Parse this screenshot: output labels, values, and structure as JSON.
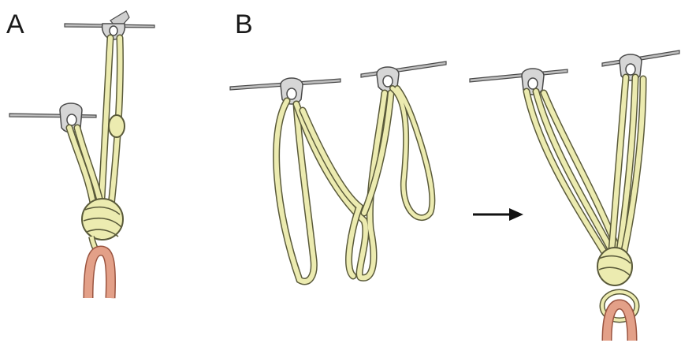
{
  "figure": {
    "panels": [
      {
        "id": "A",
        "label": "A"
      },
      {
        "id": "B",
        "label": "B"
      }
    ],
    "colors": {
      "sling": "#ecebb0",
      "sling_outline": "#5a5a3a",
      "rope": "#e3a088",
      "rope_outline": "#9a5440",
      "ice_screw": "#b9b9b9",
      "ice_screw_outline": "#4a4a4a",
      "arrow": "#111111"
    }
  }
}
